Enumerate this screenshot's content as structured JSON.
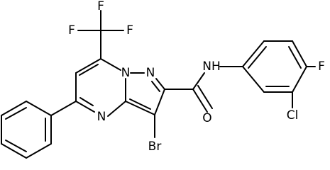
{
  "molecule": {
    "atoms": {
      "f_top_left": "F",
      "f_top_mid": "F",
      "f_top_right": "F",
      "n_bridge": "N",
      "n_pyrazole": "N",
      "nh_amide": "NH",
      "f_aryl": "F",
      "n_pyrimidine": "N",
      "o_carbonyl": "O",
      "cl_aryl": "Cl",
      "br": "Br"
    }
  }
}
